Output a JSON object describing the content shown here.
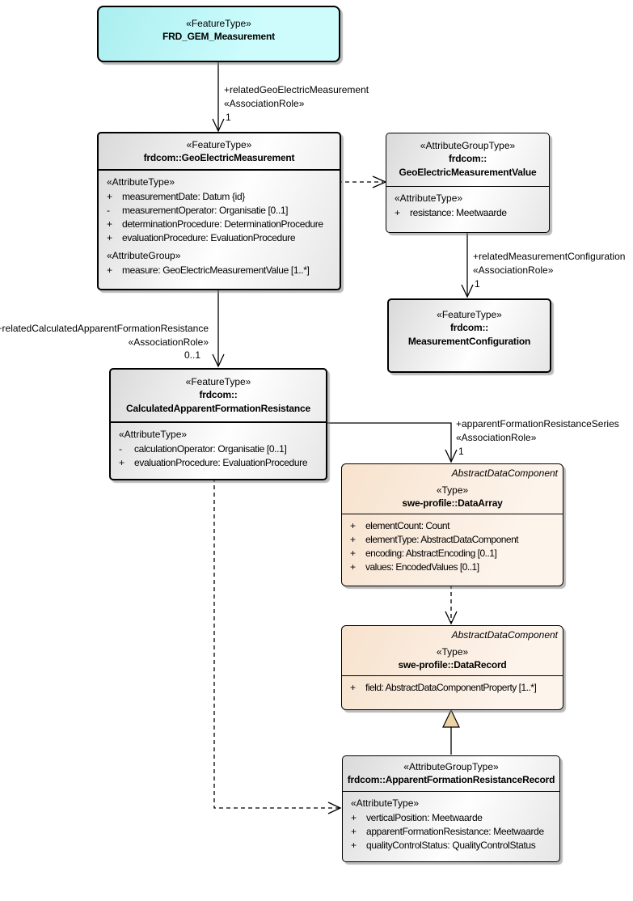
{
  "colors": {
    "feature_header_fill": "#b3fbfc",
    "abstract_fill": "#f7e2cd",
    "abstract_fill_light": "#fdf4ec",
    "generalization_arrow_fill": "#ecd2a4",
    "line": "#000000"
  },
  "boxes": {
    "frd_gem_measurement": {
      "stereotype": "«FeatureType»",
      "name": "FRD_GEM_Measurement"
    },
    "geo_electric_measurement": {
      "stereotype": "«FeatureType»",
      "name": "frdcom::GeoElectricMeasurement",
      "sections": [
        {
          "label": "«AttributeType»",
          "attributes": [
            {
              "vis": "+",
              "text": "measurementDate: Datum {id}"
            },
            {
              "vis": "-",
              "text": "measurementOperator: Organisatie [0..1]"
            },
            {
              "vis": "+",
              "text": "determinationProcedure: DeterminationProcedure"
            },
            {
              "vis": "+",
              "text": "evaluationProcedure: EvaluationProcedure"
            }
          ]
        },
        {
          "label": "«AttributeGroup»",
          "attributes": [
            {
              "vis": "+",
              "text": "measure: GeoElectricMeasurementValue [1..*]"
            }
          ]
        }
      ]
    },
    "geo_electric_measurement_value": {
      "stereotype": "«AttributeGroupType»",
      "name_line1": "frdcom::",
      "name_line2": "GeoElectricMeasurementValue",
      "sections": [
        {
          "label": "«AttributeType»",
          "attributes": [
            {
              "vis": "+",
              "text": "resistance: Meetwaarde"
            }
          ]
        }
      ]
    },
    "measurement_configuration": {
      "stereotype": "«FeatureType»",
      "name_line1": "frdcom::",
      "name_line2": "MeasurementConfiguration"
    },
    "calculated_apparent_formation_resistance": {
      "stereotype": "«FeatureType»",
      "name_line1": "frdcom::",
      "name_line2": "CalculatedApparentFormationResistance",
      "sections": [
        {
          "label": "«AttributeType»",
          "attributes": [
            {
              "vis": "-",
              "text": "calculationOperator: Organisatie [0..1]"
            },
            {
              "vis": "+",
              "text": "evaluationProcedure: EvaluationProcedure"
            }
          ]
        }
      ]
    },
    "data_array": {
      "parent": "AbstractDataComponent",
      "stereotype": "«Type»",
      "name": "swe-profile::DataArray",
      "attributes": [
        {
          "vis": "+",
          "text": "elementCount: Count"
        },
        {
          "vis": "+",
          "text": "elementType: AbstractDataComponent"
        },
        {
          "vis": "+",
          "text": "encoding: AbstractEncoding [0..1]"
        },
        {
          "vis": "+",
          "text": "values: EncodedValues [0..1]"
        }
      ]
    },
    "data_record": {
      "parent": "AbstractDataComponent",
      "stereotype": "«Type»",
      "name": "swe-profile::DataRecord",
      "attributes": [
        {
          "vis": "+",
          "text": "field: AbstractDataComponentProperty [1..*]"
        }
      ]
    },
    "apparent_formation_resistance_record": {
      "stereotype": "«AttributeGroupType»",
      "name": "frdcom::ApparentFormationResistanceRecord",
      "sections": [
        {
          "label": "«AttributeType»",
          "attributes": [
            {
              "vis": "+",
              "text": "verticalPosition: Meetwaarde"
            },
            {
              "vis": "+",
              "text": "apparentFormationResistance: Meetwaarde"
            },
            {
              "vis": "+",
              "text": "qualityControlStatus: QualityControlStatus"
            }
          ]
        }
      ]
    }
  },
  "connectors": {
    "related_geo_electric_measurement": {
      "role": "+relatedGeoElectricMeasurement",
      "stereotype": "«AssociationRole»",
      "multiplicity": "1"
    },
    "related_measurement_configuration": {
      "role": "+relatedMeasurementConfiguration",
      "stereotype": "«AssociationRole»",
      "multiplicity": "1"
    },
    "related_calculated_apparent_formation_resistance": {
      "role": "+relatedCalculatedApparentFormationResistance",
      "stereotype": "«AssociationRole»",
      "multiplicity": "0..1"
    },
    "apparent_formation_resistance_series": {
      "role": "+apparentFormationResistanceSeries",
      "stereotype": "«AssociationRole»",
      "multiplicity": "1"
    }
  }
}
